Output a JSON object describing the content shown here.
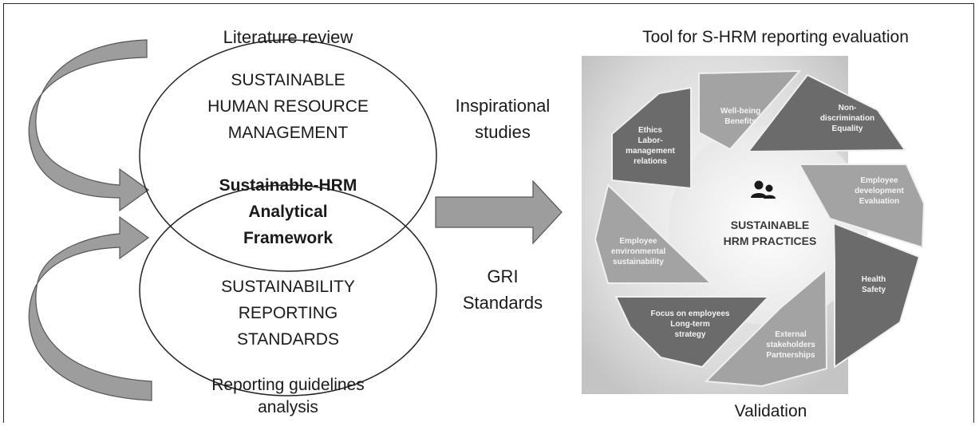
{
  "left": {
    "top_label": "Literature review",
    "bottom_label": "Reporting guidelines\nanalysis",
    "upper_ellipse": "SUSTAINABLE\nHUMAN RESOURCE\nMANAGEMENT",
    "intersection": "Sustainable-HRM\nAnalytical\nFramework",
    "lower_ellipse": "SUSTAINABILITY\nREPORTING\nSTANDARDS"
  },
  "middle": {
    "upper_label": "Inspirational\nstudies",
    "lower_label": "GRI\nStandards"
  },
  "right": {
    "title": "Tool for S-HRM reporting evaluation",
    "center_label": "SUSTAINABLE\nHRM PRACTICES",
    "center_icon": "people-icon",
    "petals": [
      {
        "label": "Well-being\nBenefits"
      },
      {
        "label": "Non-\ndiscrimination\nEquality"
      },
      {
        "label": "Employee\ndevelopment\nEvaluation"
      },
      {
        "label": "Health\nSafety"
      },
      {
        "label": "External\nstakeholders\nPartnerships"
      },
      {
        "label": "Focus on employees\nLong-term\nstrategy"
      },
      {
        "label": "Employee\nenvironmental\nsustainability"
      },
      {
        "label": "Ethics\nLabor-\nmanagement\nrelations"
      }
    ],
    "bottom_label": "Validation"
  },
  "colors": {
    "arrow_fill": "#9d9d9d",
    "petal_dark": "#6b6b6b",
    "petal_light": "#a3a3a3",
    "panel_bg": "#e6e6e6"
  }
}
